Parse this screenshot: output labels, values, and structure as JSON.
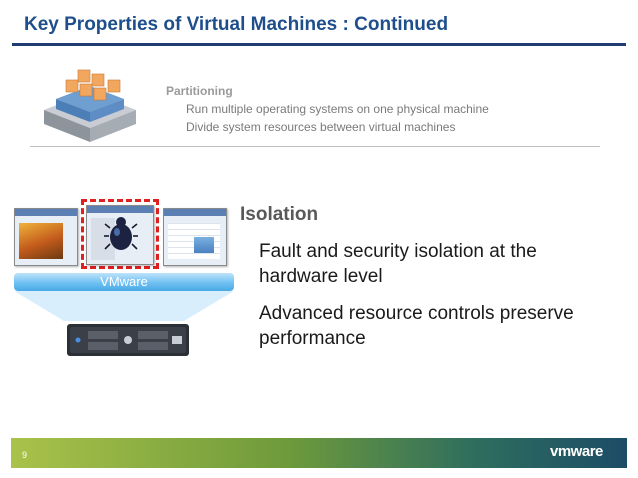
{
  "slide": {
    "title": "Key Properties of Virtual Machines : Continued",
    "page_number": "9"
  },
  "partitioning": {
    "heading": "Partitioning",
    "lines": [
      "Run multiple operating systems on one physical machine",
      "Divide system resources between virtual machines"
    ]
  },
  "isolation": {
    "heading": "Isolation",
    "lines": [
      "Fault and security isolation at the",
      "hardware level",
      "Advanced resource controls preserve",
      "performance"
    ]
  },
  "illustration": {
    "bar_label": "VMware",
    "highlight_color": "#e02020"
  },
  "footer": {
    "logo_text": "vmware"
  },
  "colors": {
    "title": "#1f4e8c",
    "rule": "#1f3d73",
    "footer_start": "#a9c24a",
    "footer_end": "#1c4c67"
  }
}
